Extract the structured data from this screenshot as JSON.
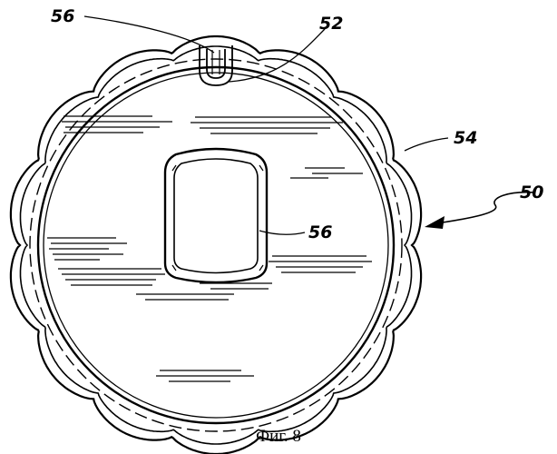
{
  "figure": {
    "caption": "Фиг. 8",
    "labels": {
      "top_left": "56",
      "top_right": "52",
      "right_upper": "54",
      "right_far": "50",
      "center": "56"
    }
  }
}
